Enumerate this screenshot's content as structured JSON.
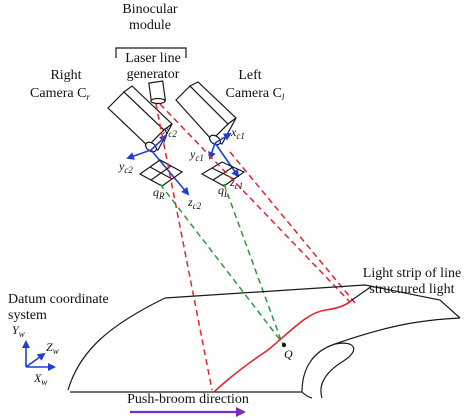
{
  "labels": {
    "binocular_module": [
      "Binocular",
      "module"
    ],
    "laser_line_generator": [
      "Laser line",
      "generator"
    ],
    "right_camera": [
      "Right",
      "Camera C"
    ],
    "right_camera_sub": "r",
    "left_camera": [
      "Left",
      "Camera C"
    ],
    "left_camera_sub": "l",
    "light_strip": [
      "Light strip of line",
      "structured light"
    ],
    "datum_coordinate_system": [
      "Datum coordinate",
      "system"
    ],
    "push_broom_direction": "Push-broom direction",
    "point_q": "Q",
    "q_right": "q",
    "q_right_sub": "R",
    "q_left": "q",
    "q_left_sub": "L"
  },
  "axes": {
    "right_camera": {
      "x": "x",
      "x_sub": "c2",
      "y": "y",
      "y_sub": "c2",
      "z": "z",
      "z_sub": "c2"
    },
    "left_camera": {
      "x": "x",
      "x_sub": "c1",
      "y": "y",
      "y_sub": "c1",
      "z": "z",
      "z_sub": "c1"
    },
    "world": {
      "y": "Y",
      "y_sub": "w",
      "z": "Z",
      "z_sub": "w",
      "x": "X",
      "x_sub": "w"
    }
  },
  "colors": {
    "camera_axes": "#1f3fd1",
    "laser_rays": "#e0262e",
    "imaging_rays": "#2a9a3c",
    "light_strip": "#e0262e",
    "push_broom_arrow": "#7b2fbd"
  }
}
